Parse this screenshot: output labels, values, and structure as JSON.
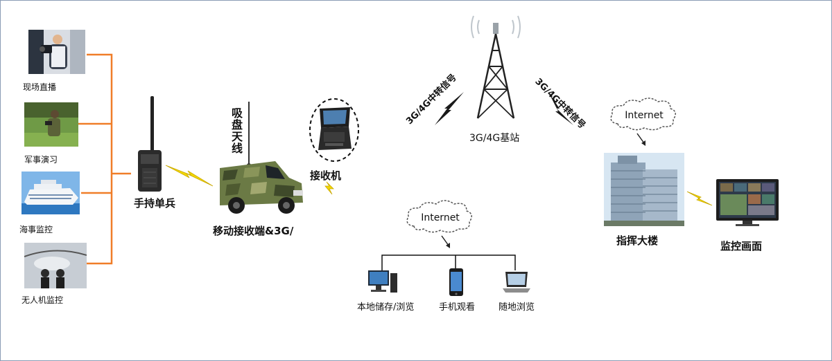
{
  "sources": {
    "live": "现场直播",
    "drill": "军事演习",
    "maritime": "海事监控",
    "drone": "无人机监控"
  },
  "handheld": "手持单兵",
  "antenna": "吸盘天线",
  "vehicle": "移动接收端&3G/",
  "receiver": "接收机",
  "tower": "3G/4G基站",
  "relay_left": "3G/4G中转信号",
  "relay_right": "3G/4G中转信号",
  "cloud_top": "Internet",
  "cloud_bottom": "Internet",
  "hq": "指挥大楼",
  "screen": "监控画面",
  "terminals": {
    "storage": "本地储存/浏览",
    "phone": "手机观看",
    "laptop": "随地浏览"
  },
  "colors": {
    "bracket": "#f07d28",
    "bolt": "#f2d600",
    "tower": "#222222"
  }
}
